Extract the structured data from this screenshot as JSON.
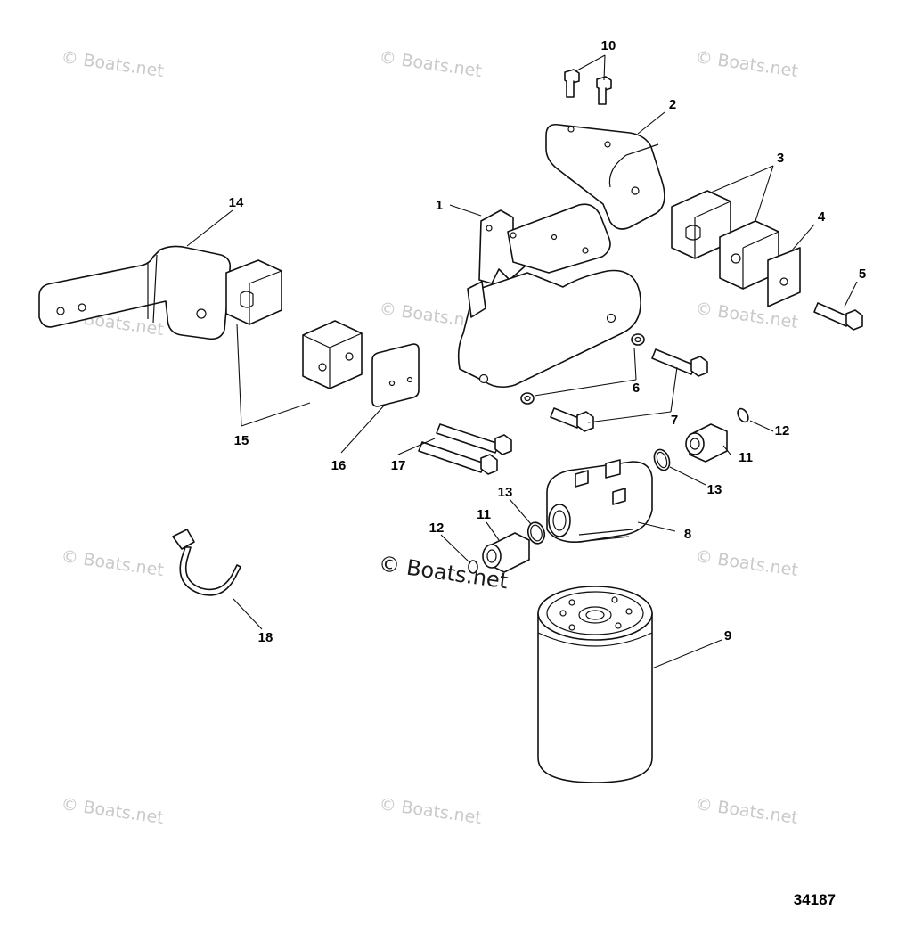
{
  "watermark": {
    "text": "© Boats.net",
    "center_text": "© Boats.net"
  },
  "figure_number": "34187",
  "callouts": {
    "c1": "1",
    "c2": "2",
    "c3": "3",
    "c4": "4",
    "c5": "5",
    "c6": "6",
    "c7": "7",
    "c8": "8",
    "c9": "9",
    "c10": "10",
    "c11a": "11",
    "c11b": "11",
    "c12a": "12",
    "c12b": "12",
    "c13a": "13",
    "c13b": "13",
    "c14": "14",
    "c15": "15",
    "c16": "16",
    "c17": "17",
    "c18": "18"
  }
}
